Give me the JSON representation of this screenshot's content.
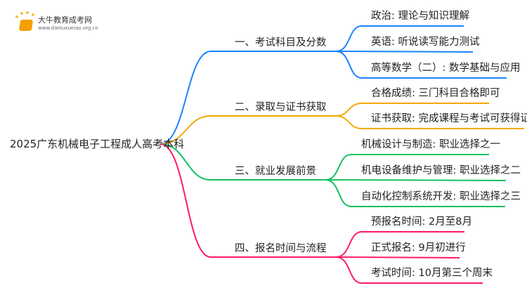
{
  "logo": {
    "name": "大牛教育成考网",
    "url": "www.daniuxueiao.org.cn"
  },
  "root": "2025广东机械电子工程成人高考本科",
  "branches": [
    {
      "label": "一、考试科目及分数",
      "color": "#1a84ff",
      "leaves": [
        "政治: 理论与知识理解",
        "英语: 听说读写能力测试",
        "高等数学（二）: 数学基础与应用"
      ]
    },
    {
      "label": "二、录取与证书获取",
      "color": "#f5a800",
      "leaves": [
        "合格成绩: 三门科目合格即可",
        "证书获取: 完成课程与考试可获得证书"
      ]
    },
    {
      "label": "三、就业发展前景",
      "color": "#16c060",
      "leaves": [
        "机械设计与制造: 职业选择之一",
        "机电设备维护与管理: 职业选择之二",
        "自动化控制系统开发: 职业选择之三"
      ]
    },
    {
      "label": "四、报名时间与流程",
      "color": "#ff1a6e",
      "leaves": [
        "预报名时间: 2月至8月",
        "正式报名: 9月初进行",
        "考试时间: 10月第三个周末"
      ]
    }
  ]
}
